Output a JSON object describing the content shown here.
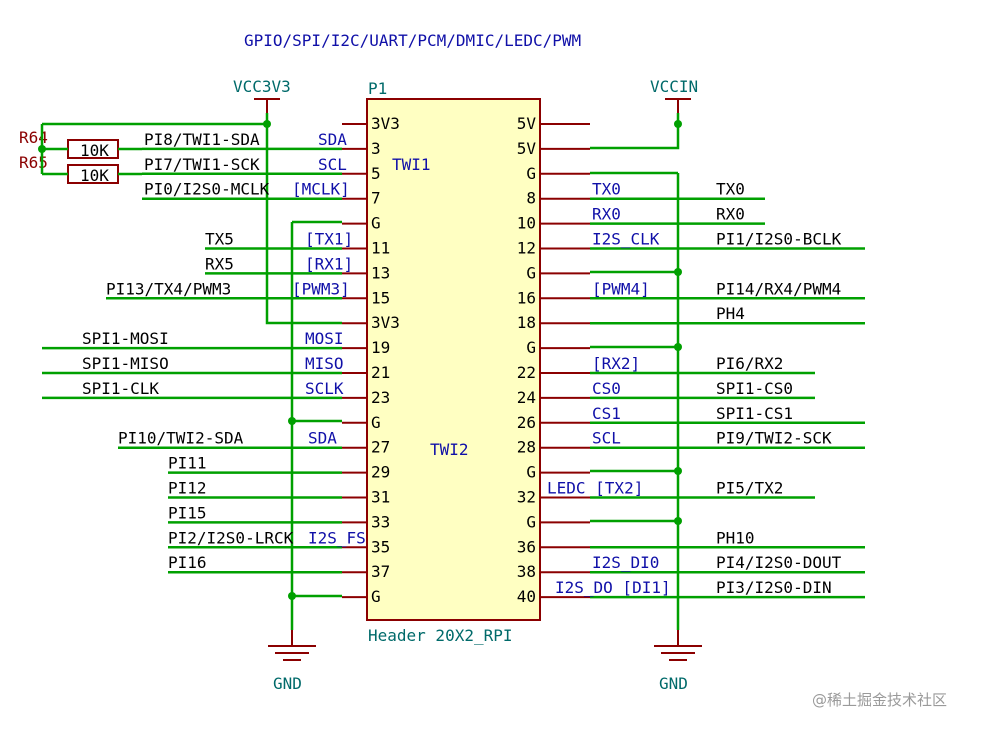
{
  "title": "GPIO/SPI/I2C/UART/PCM/DMIC/LEDC/PWM",
  "power": {
    "vcc3v3": "VCC3V3",
    "vccin": "VCCIN",
    "gnd": "GND"
  },
  "component": {
    "ref": "P1",
    "value": "Header 20X2_RPI",
    "twi1": "TWI1",
    "twi2": "TWI2"
  },
  "resistors": [
    {
      "ref": "R64",
      "value": "10K"
    },
    {
      "ref": "R65",
      "value": "10K"
    }
  ],
  "left_pins": [
    {
      "num": "3V3",
      "label": "",
      "net": ""
    },
    {
      "num": "3",
      "label": "SDA",
      "net": "PI8/TWI1-SDA"
    },
    {
      "num": "5",
      "label": "SCL",
      "net": "PI7/TWI1-SCK"
    },
    {
      "num": "7",
      "label": "[MCLK]",
      "net": "PI0/I2S0-MCLK"
    },
    {
      "num": "G",
      "label": "",
      "net": ""
    },
    {
      "num": "11",
      "label": "[TX1]",
      "net": "TX5"
    },
    {
      "num": "13",
      "label": "[RX1]",
      "net": "RX5"
    },
    {
      "num": "15",
      "label": "[PWM3]",
      "net": "PI13/TX4/PWM3"
    },
    {
      "num": "3V3",
      "label": "",
      "net": ""
    },
    {
      "num": "19",
      "label": "MOSI",
      "net": "SPI1-MOSI"
    },
    {
      "num": "21",
      "label": "MISO",
      "net": "SPI1-MISO"
    },
    {
      "num": "23",
      "label": "SCLK",
      "net": "SPI1-CLK"
    },
    {
      "num": "G",
      "label": "",
      "net": ""
    },
    {
      "num": "27",
      "label": "SDA",
      "net": "PI10/TWI2-SDA"
    },
    {
      "num": "29",
      "label": "",
      "net": "PI11"
    },
    {
      "num": "31",
      "label": "",
      "net": "PI12"
    },
    {
      "num": "33",
      "label": "",
      "net": "PI15"
    },
    {
      "num": "35",
      "label": "I2S_FS",
      "net": "PI2/I2S0-LRCK"
    },
    {
      "num": "37",
      "label": "",
      "net": "PI16"
    },
    {
      "num": "G",
      "label": "",
      "net": ""
    }
  ],
  "right_pins": [
    {
      "num": "5V",
      "label": "",
      "net": ""
    },
    {
      "num": "5V",
      "label": "",
      "net": ""
    },
    {
      "num": "G",
      "label": "",
      "net": ""
    },
    {
      "num": "8",
      "label": "TX0",
      "net": "TX0"
    },
    {
      "num": "10",
      "label": "RX0",
      "net": "RX0"
    },
    {
      "num": "12",
      "label": "I2S_CLK",
      "net": "PI1/I2S0-BCLK"
    },
    {
      "num": "G",
      "label": "",
      "net": ""
    },
    {
      "num": "16",
      "label": "[PWM4]",
      "net": "PI14/RX4/PWM4"
    },
    {
      "num": "18",
      "label": "",
      "net": "PH4"
    },
    {
      "num": "G",
      "label": "",
      "net": ""
    },
    {
      "num": "22",
      "label": "[RX2]",
      "net": "PI6/RX2"
    },
    {
      "num": "24",
      "label": "CS0",
      "net": "SPI1-CS0"
    },
    {
      "num": "26",
      "label": "CS1",
      "net": "SPI1-CS1"
    },
    {
      "num": "28",
      "label": "SCL",
      "net": "PI9/TWI2-SCK"
    },
    {
      "num": "G",
      "label": "",
      "net": ""
    },
    {
      "num": "32",
      "label": "LEDC  [TX2]",
      "net": "PI5/TX2"
    },
    {
      "num": "G",
      "label": "",
      "net": ""
    },
    {
      "num": "36",
      "label": "",
      "net": "PH10"
    },
    {
      "num": "38",
      "label": "I2S_DI0",
      "net": "PI4/I2S0-DOUT"
    },
    {
      "num": "40",
      "label": "I2S_DO [DI1]",
      "net": "PI3/I2S0-DIN"
    }
  ],
  "watermark": "@稀土掘金技术社区"
}
